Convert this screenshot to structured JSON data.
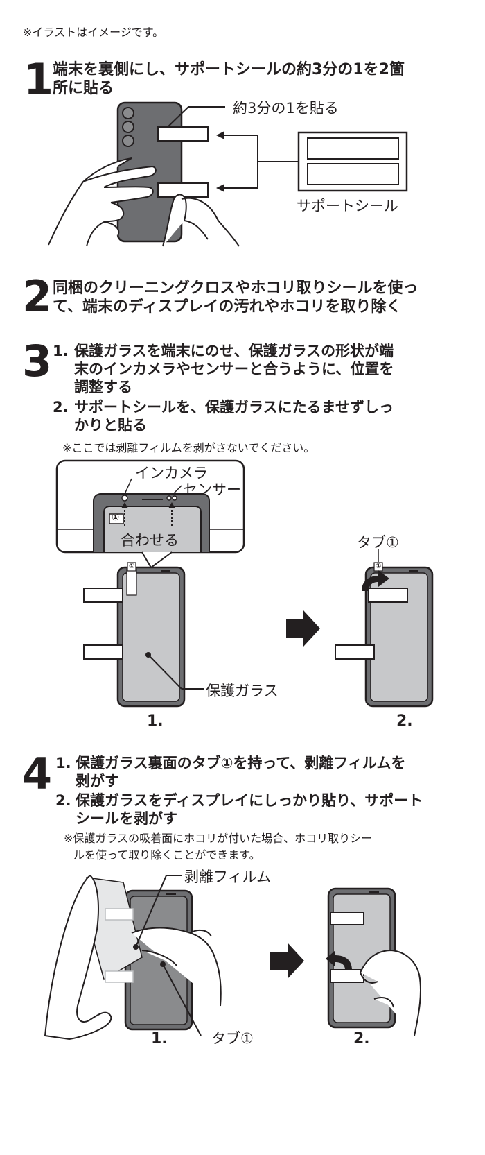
{
  "header_note": "※イラストはイメージです。",
  "step1": {
    "number": "1",
    "text_line1": "端末を裏側にし、サポートシールの約3分の1を2箇",
    "text_line2": "所に貼る",
    "label_one_third": "約3分の1を貼る",
    "label_support_seal": "サポートシール"
  },
  "step2": {
    "number": "2",
    "text_line1": "同梱のクリーニングクロスやホコリ取りシールを使っ",
    "text_line2": "て、端末のディスプレイの汚れやホコリを取り除く"
  },
  "step3": {
    "number": "3",
    "item1_num": "1.",
    "item1_line1": "保護ガラスを端末にのせ、保護ガラスの形状が端",
    "item1_line2": "末のインカメラやセンサーと合うように、位置を",
    "item1_line3": "調整する",
    "item2_num": "2.",
    "item2_line1": "サポートシールを、保護ガラスにたるませずしっ",
    "item2_line2": "かりと貼る",
    "note": "※ここでは剥離フィルムを剥がさないでください。",
    "label_camera": "インカメラ",
    "label_sensor": "センサー",
    "label_align": "合わせる",
    "label_glass": "保護ガラス",
    "label_tab": "タブ①",
    "tab_marker": "①",
    "fig1_caption": "1.",
    "fig2_caption": "2."
  },
  "step4": {
    "number": "4",
    "item1_num": "1.",
    "item1_line1": "保護ガラス裏面のタブ①を持って、剥離フィルムを",
    "item1_line2": "剥がす",
    "item2_num": "2.",
    "item2_line1": "保護ガラスをディスプレイにしっかり貼り、サポート",
    "item2_line2": "シールを剥がす",
    "note_line1": "※保護ガラスの吸着面にホコリが付いた場合、ホコリ取りシー",
    "note_line2": "ルを使って取り除くことができます。",
    "label_film": "剥離フィルム",
    "label_tab": "タブ①",
    "fig1_caption": "1.",
    "fig2_caption": "2."
  },
  "colors": {
    "ink": "#231f20",
    "phone_dark": "#6d6e71",
    "glass_gray": "#c7c8ca",
    "light_gray": "#e6e7e8"
  }
}
